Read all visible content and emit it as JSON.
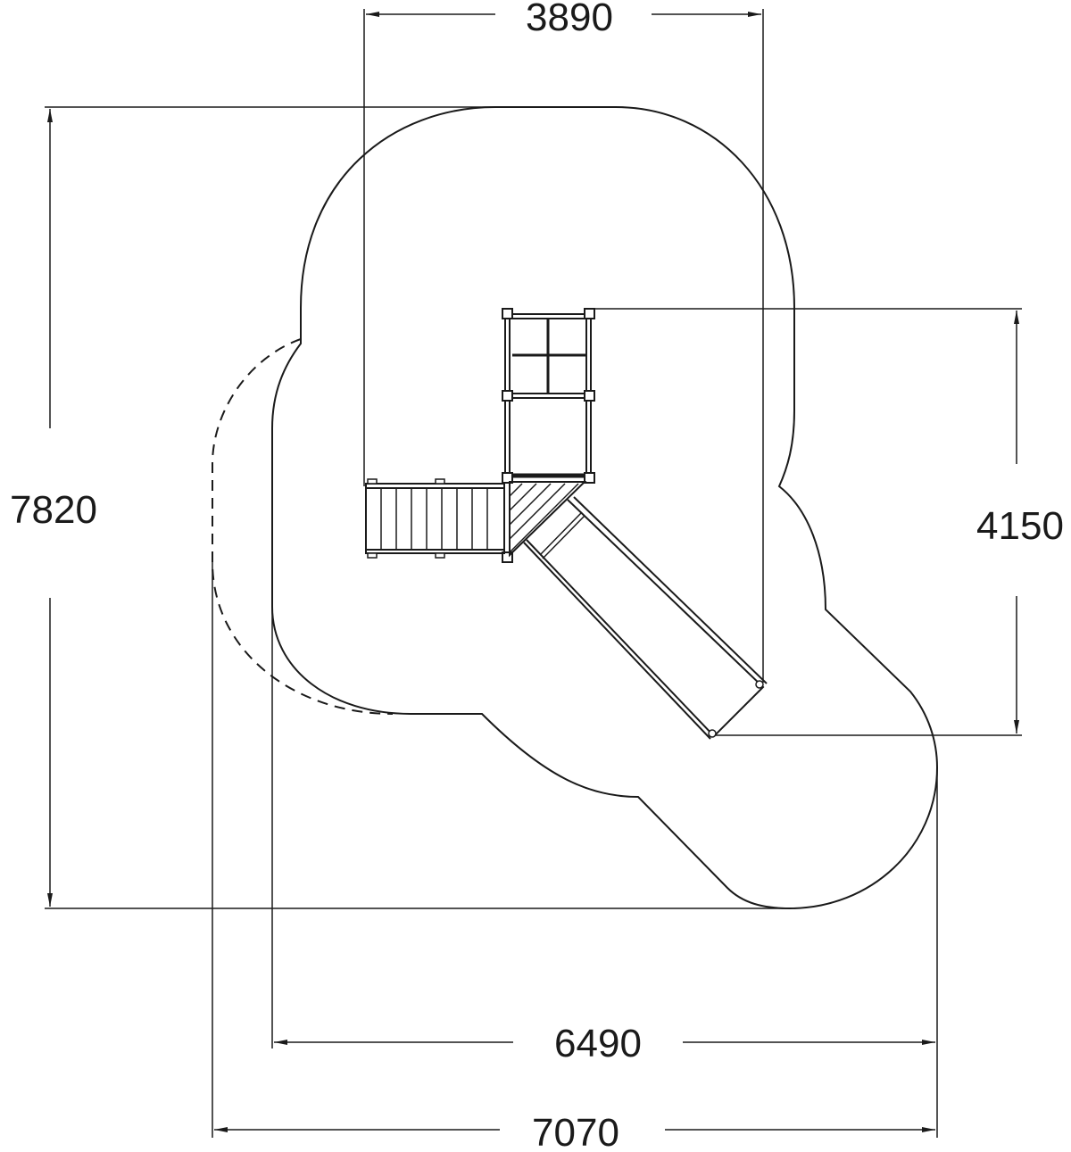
{
  "title": "Playground equipment safety zone plan view",
  "dimensions": {
    "top_width": "3890",
    "left_height": "7820",
    "right_height": "4150",
    "bottom_inner_width": "6490",
    "bottom_outer_width": "7070"
  },
  "colors": {
    "line": "#1a1a1a",
    "background": "#ffffff"
  }
}
